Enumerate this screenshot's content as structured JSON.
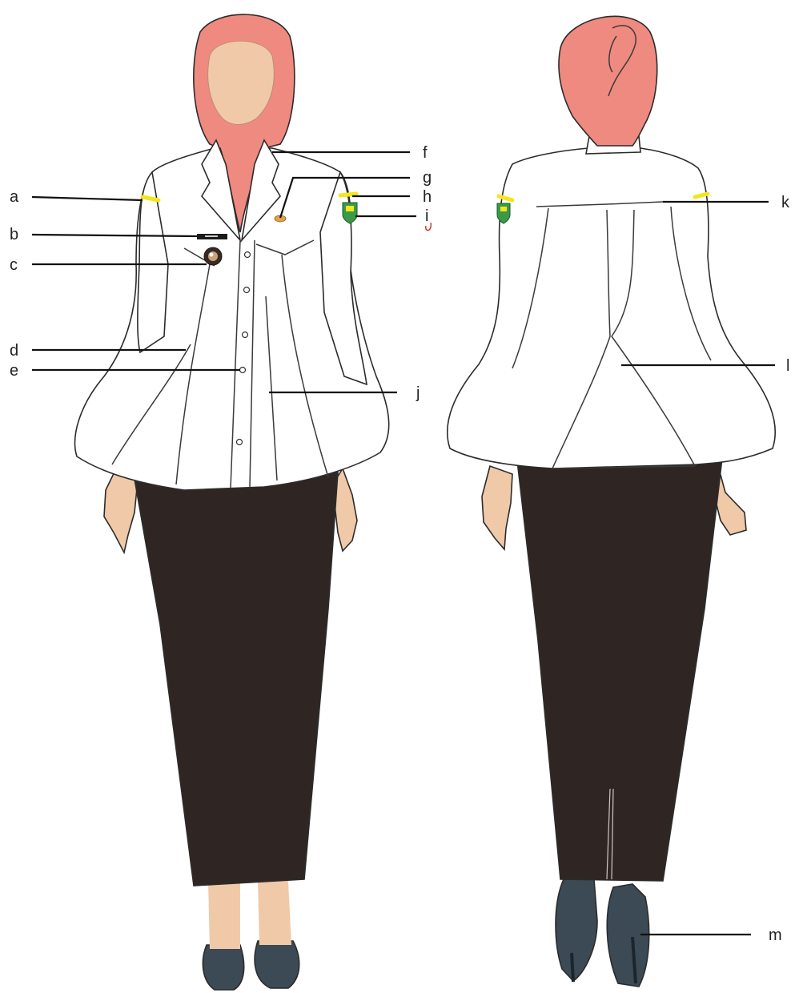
{
  "colors": {
    "hijab": "#ef8a80",
    "skin": "#f0c9a8",
    "blouse": "#ffffff",
    "skirt": "#2f2623",
    "shoes": "#3b4a55",
    "epaulette": "#f4e61a",
    "badge_green": "#3a9a4a",
    "outline": "#2b2b2b"
  },
  "figure": {
    "front_view": {
      "name": "front-view"
    },
    "back_view": {
      "name": "back-view"
    }
  },
  "labels": {
    "a": "a",
    "b": "b",
    "c": "c",
    "d": "d",
    "e": "e",
    "f": "f",
    "g": "g",
    "h": "h",
    "i": "i",
    "j": "j",
    "k": "k",
    "l": "l",
    "m": "m"
  }
}
